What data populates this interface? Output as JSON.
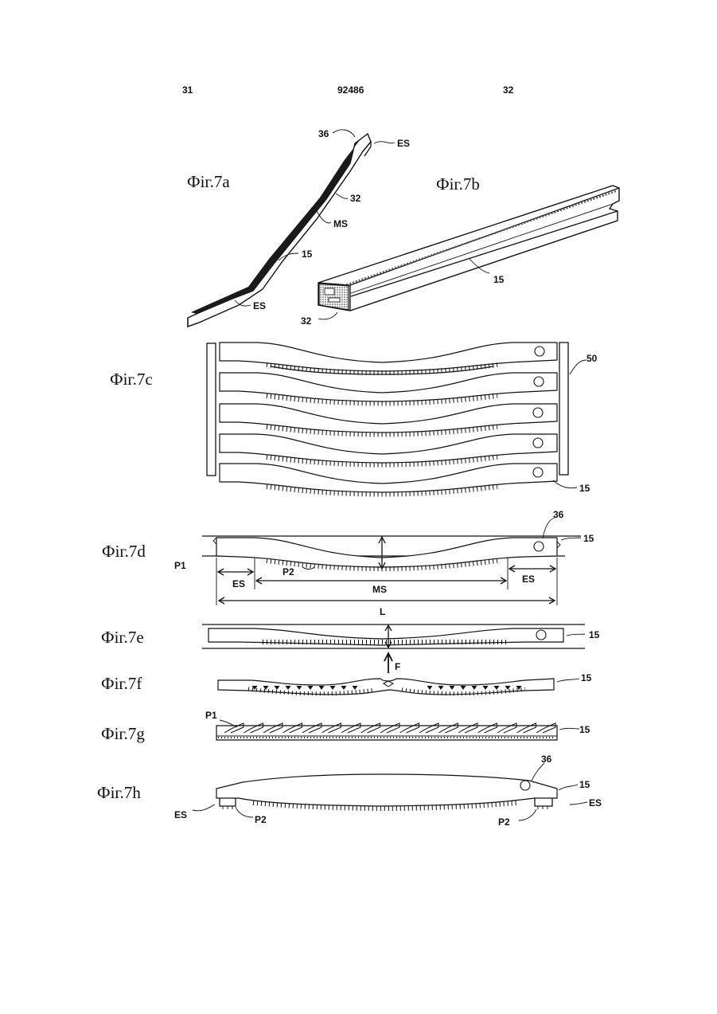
{
  "header": {
    "left_page_num": "31",
    "patent_number": "92486",
    "right_page_num": "32"
  },
  "figures": {
    "fig7a": {
      "label": "Фіг.7a",
      "refs": {
        "r36": "36",
        "es_top": "ES",
        "r32": "32",
        "ms": "MS",
        "r15": "15",
        "es_bottom": "ES"
      }
    },
    "fig7b": {
      "label": "Фіг.7b",
      "refs": {
        "r15": "15",
        "r32": "32"
      }
    },
    "fig7c": {
      "label": "Фіг.7c",
      "refs": {
        "r50": "50",
        "r15": "15"
      }
    },
    "fig7d": {
      "label": "Фіг.7d",
      "refs": {
        "r36": "36",
        "r15": "15",
        "p1": "P1",
        "p2": "P2",
        "es_left": "ES",
        "ms": "MS",
        "es_right": "ES",
        "l": "L"
      }
    },
    "fig7e": {
      "label": "Фіг.7e",
      "refs": {
        "r15": "15",
        "f": "F"
      }
    },
    "fig7f": {
      "label": "Фіг.7f",
      "refs": {
        "r15": "15"
      }
    },
    "fig7g": {
      "label": "Фіг.7g",
      "refs": {
        "p1": "P1",
        "r15": "15"
      }
    },
    "fig7h": {
      "label": "Фіг.7h",
      "refs": {
        "r36": "36",
        "r15": "15",
        "es_left": "ES",
        "p2_left": "P2",
        "p2_right": "P2",
        "es_right": "ES"
      }
    }
  }
}
